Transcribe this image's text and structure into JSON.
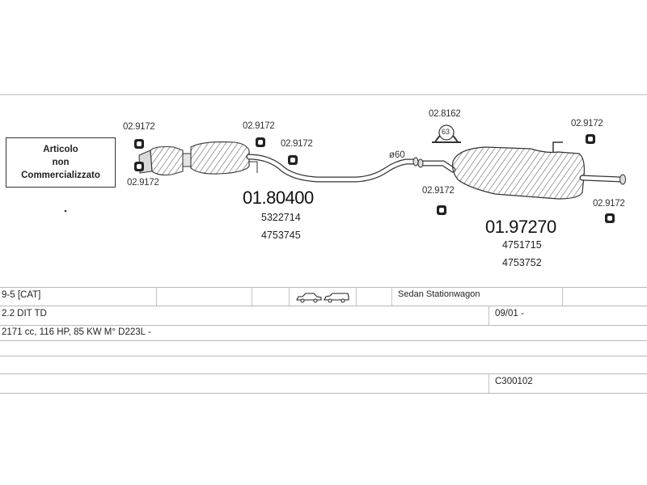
{
  "notice": {
    "line1": "Articolo",
    "line2": "non",
    "line3": "Commercializzato"
  },
  "parts": {
    "front_section_code": "01.80400",
    "front_section_ref1": "5322714",
    "front_section_ref2": "4753745",
    "rear_silencer_code": "01.97270",
    "rear_silencer_ref1": "4751715",
    "rear_silencer_ref2": "4753752"
  },
  "fittings": {
    "hanger_front_top": "02.9172",
    "hanger_front_bottom": "02.9172",
    "hanger_mid_top": "02.9172",
    "hanger_mid": "02.9172",
    "clamp_top": "02.8162",
    "clamp_inner": "63",
    "hanger_rear_left": "02.9172",
    "hanger_rear_top": "02.9172",
    "hanger_rear_right": "02.9172",
    "pipe_diameter": "ø60"
  },
  "vehicle": {
    "model": "9-5  [CAT]",
    "body_types": "Sedan  Stationwagon",
    "engine": "2.2 DIT TD",
    "production_from": "09/01 -",
    "specs": "2171 cc, 116 HP, 85 KW M° D223L -",
    "catalog_code": "C300102"
  },
  "icons": {
    "body_sedan": "sedan-car-icon",
    "body_wagon": "station-wagon-icon"
  }
}
